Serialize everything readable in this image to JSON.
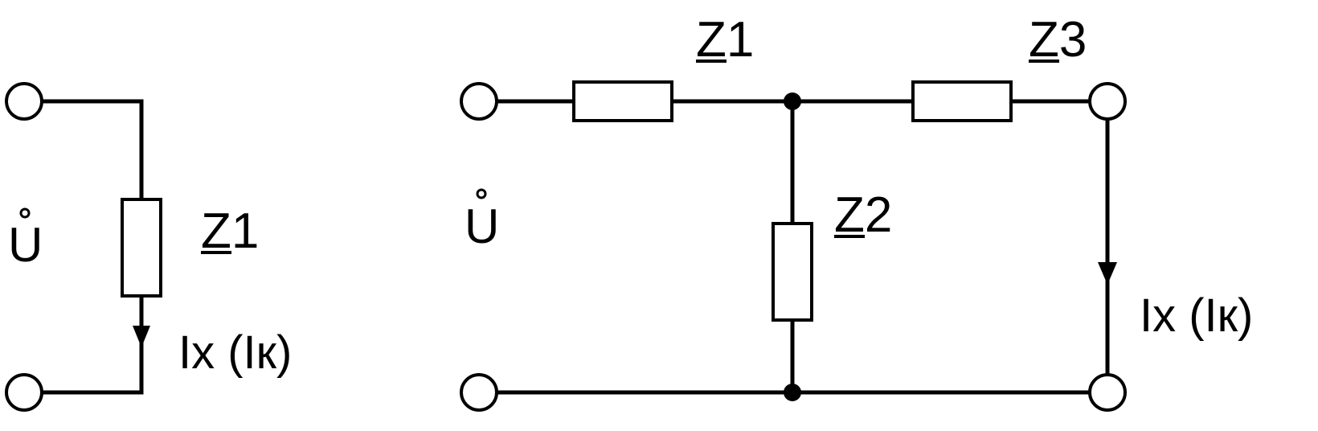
{
  "left_circuit": {
    "voltage_label": "U",
    "impedance": {
      "symbol": "Z",
      "index": "1"
    },
    "current_label": "Ix (Iк)"
  },
  "right_circuit": {
    "voltage_label": "U",
    "impedances": [
      {
        "symbol": "Z",
        "index": "1"
      },
      {
        "symbol": "Z",
        "index": "2"
      },
      {
        "symbol": "Z",
        "index": "3"
      }
    ],
    "current_label": "Ix (Iк)"
  }
}
